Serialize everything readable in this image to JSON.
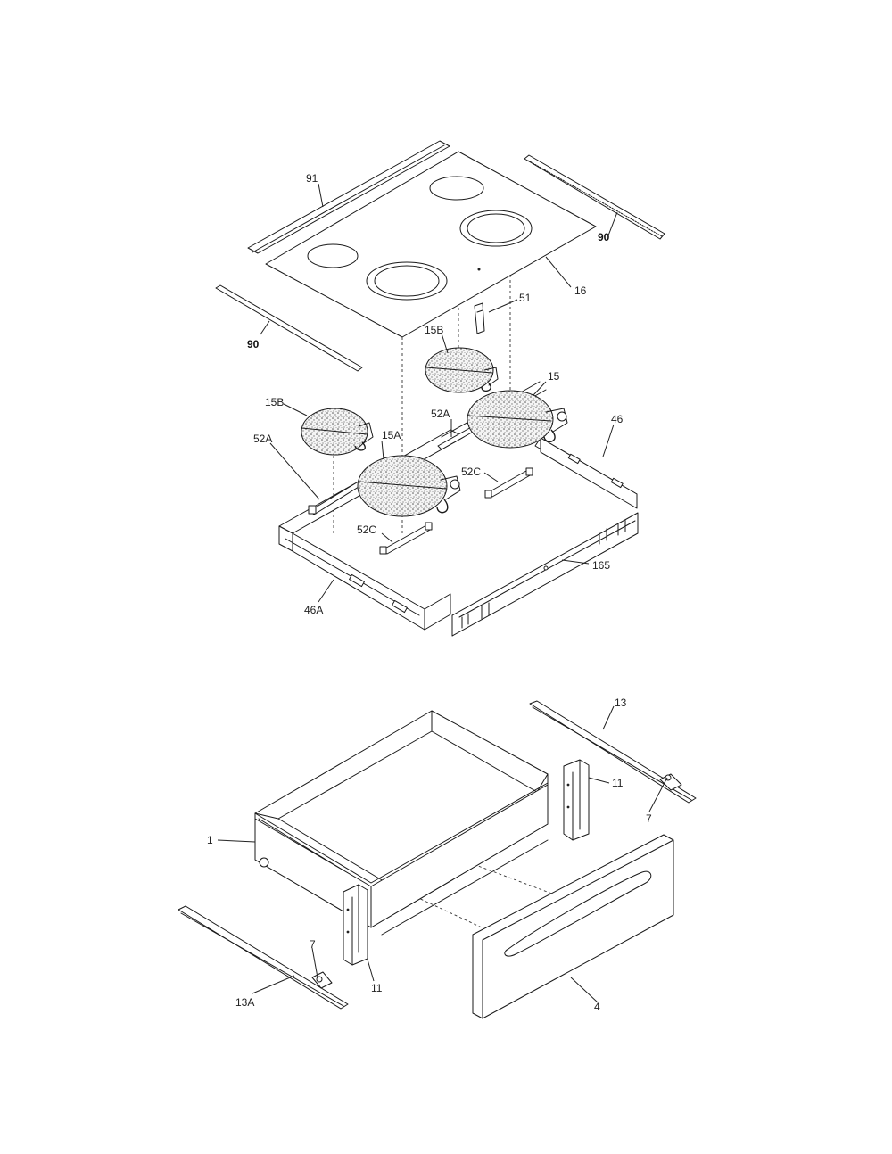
{
  "callouts": {
    "p91": "91",
    "p90_right": "90",
    "p16": "16",
    "p90_left": "90",
    "p51": "51",
    "p15B_upper": "15B",
    "p15": "15",
    "p52A_mid": "52A",
    "p46": "46",
    "p15B_lower": "15B",
    "p15A": "15A",
    "p52A_left": "52A",
    "p52C_right": "52C",
    "p52C_left": "52C",
    "p165": "165",
    "p46A": "46A",
    "p13": "13",
    "p11_right": "11",
    "p7_right": "7",
    "p1": "1",
    "p11_left": "11",
    "p7_left": "7",
    "p13A": "13A",
    "p4": "4"
  },
  "icons": [
    "cooktop-glass",
    "radiant-element",
    "frame-rail",
    "drawer-box",
    "drawer-front",
    "drawer-slide"
  ]
}
